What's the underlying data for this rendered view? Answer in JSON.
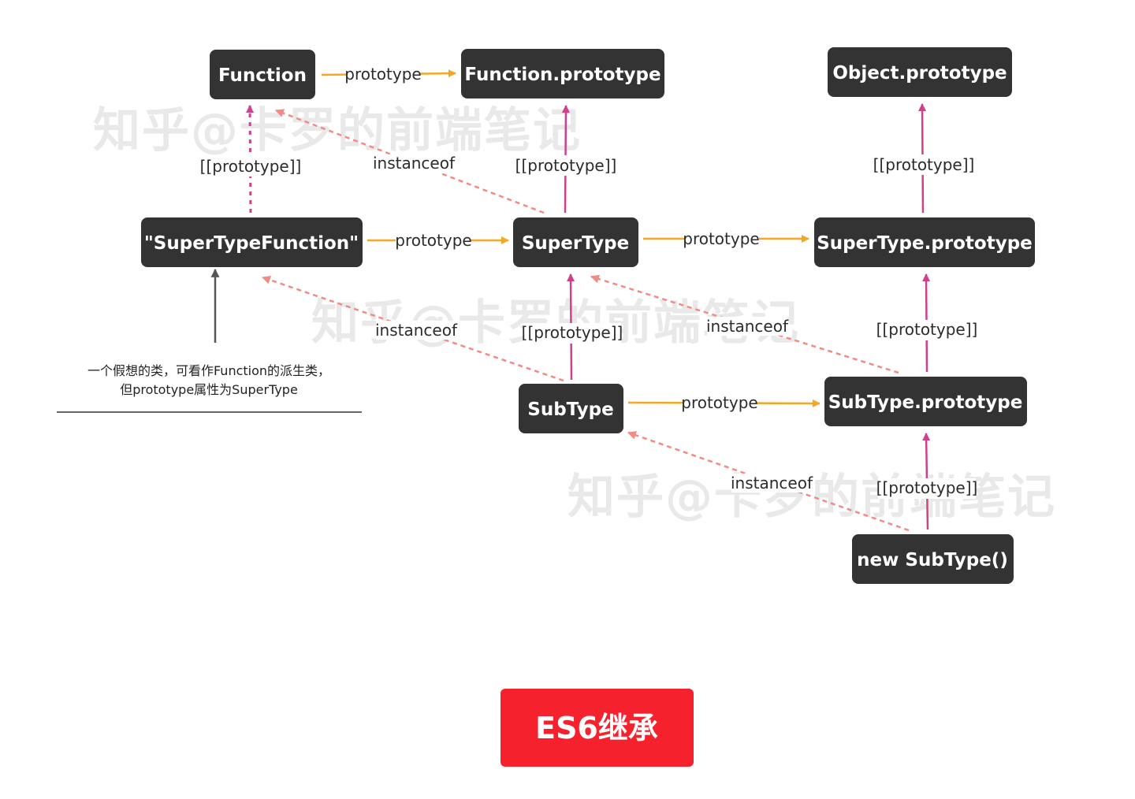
{
  "watermark": "知乎@卡罗的前端笔记",
  "colors": {
    "node_bg": "#333333",
    "prototype_edge": "#f5a623",
    "proto_link_edge": "#d0408a",
    "instanceof_edge": "#f48a84",
    "note_arrow": "#555555",
    "title_bg": "#f5222d"
  },
  "nodes": {
    "function": "Function",
    "function_prototype": "Function.prototype",
    "object_prototype": "Object.prototype",
    "supertype_function": "\"SuperTypeFunction\"",
    "supertype": "SuperType",
    "supertype_prototype": "SuperType.prototype",
    "subtype": "SubType",
    "subtype_prototype": "SubType.prototype",
    "new_subtype": "new SubType()"
  },
  "edge_labels": {
    "prototype": "prototype",
    "proto_link": "[[prototype]]",
    "instanceof": "instanceof"
  },
  "note": {
    "line1": "一个假想的类，可看作Function的派生类，",
    "line2": "但prototype属性为SuperType"
  },
  "title": "ES6继承"
}
